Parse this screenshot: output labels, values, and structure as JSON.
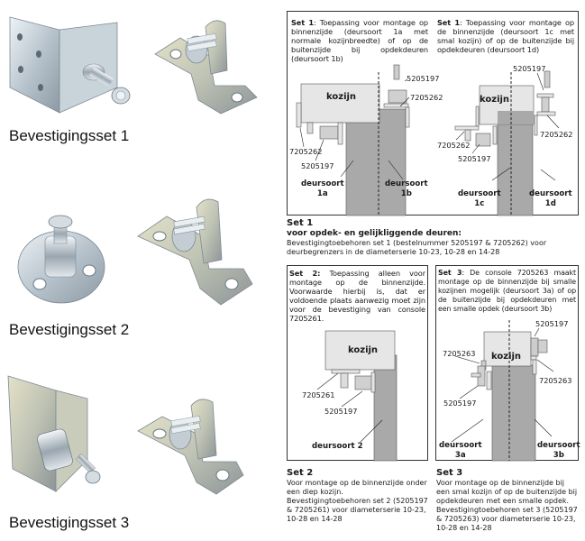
{
  "products": [
    {
      "label": "Bevestigingsset 1",
      "parts": [
        "angle-bracket-with-ball-pin",
        "hinge-console"
      ]
    },
    {
      "label": "Bevestigingsset 2",
      "parts": [
        "round-plate-with-ball-pin",
        "hinge-console"
      ]
    },
    {
      "label": "Bevestigingsset 3",
      "parts": [
        "flat-bracket-with-ball-pin",
        "hinge-console"
      ]
    }
  ],
  "panel_set1": {
    "left": {
      "title": "Set 1",
      "text": ": Toepassing voor montage op binnenzijde (deursoort 1a met normale kozijnbreedte) of op de buitenzijde bij opdekdeuren (deursoort 1b)",
      "frame_label": "kozijn",
      "part_labels": [
        "5205197",
        "7205262",
        "7205262",
        "5205197"
      ],
      "door_labels": [
        {
          "line1": "deursoort",
          "line2": "1a"
        },
        {
          "line1": "deursoort",
          "line2": "1b"
        }
      ]
    },
    "right": {
      "title": "Set 1",
      "text": ": Toepassing voor montage op de binnenzijde (deursoort 1c met smal kozijn) of op de buitenzijde bij opdekdeuren (deursoort 1d)",
      "frame_label": "kozijn",
      "part_labels": [
        "5205197",
        "7205262",
        "7205262",
        "5205197"
      ],
      "door_labels": [
        {
          "line1": "deursoort",
          "line2": "1c"
        },
        {
          "line1": "deursoort",
          "line2": "1d"
        }
      ]
    }
  },
  "caption_set1": {
    "title": "Set 1",
    "subtitle": "voor opdek- en gelijkliggende deuren:",
    "text": "Bevestigingtoebehoren set 1 (bestelnummer 5205197 & 7205262) voor deurbegrenzers in de diameterserie 10-23, 10-28 en 14-28"
  },
  "panel_set2": {
    "title": "Set 2:",
    "text": " Toepassing alleen voor montage op de binnenzijde. Voorwaarde hierbij is, dat er voldoende plaats aanwezig moet zijn voor de bevestiging van console 7205261.",
    "frame_label": "kozijn",
    "part_labels": [
      "7205261",
      "5205197"
    ],
    "door_label": "deursoort 2"
  },
  "panel_set3": {
    "title": "Set 3",
    "text": ": De console 7205263 maakt montage op de binnenzijde bij smalle kozijnen mogelijk (deursoort 3a) of op de buitenzijde bij opdekdeuren met een smalle opdek (deursoort 3b)",
    "frame_label": "kozijn",
    "part_labels": [
      "5205197",
      "7205263",
      "7205263",
      "5205197"
    ],
    "door_labels": [
      {
        "line1": "deursoort",
        "line2": "3a"
      },
      {
        "line1": "deursoort",
        "line2": "3b"
      }
    ]
  },
  "caption_set2": {
    "title": "Set 2",
    "text": "Voor montage op de binnenzijde onder een diep kozijn. Bevestigingtoebehoren set 2 (5205197 & 7205261) voor diameterserie 10-23, 10-28 en 14-28"
  },
  "caption_set3": {
    "title": "Set 3",
    "text": "Voor montage op de binnenzijde bij een smal kozijn of op de buitenzijde bij opdekdeuren met een smalle opdek. Bevestigingtoebehoren set 3 (5205197 & 7205263) voor diameterserie 10-23, 10-28 en 14-28"
  },
  "colors": {
    "frame_fill": "#e6e6e6",
    "door_fill": "#a9a9a9",
    "metal_light": "#d8e0e6",
    "metal_mid": "#b3bfc9",
    "metal_dark": "#7c8994",
    "line": "#333333"
  }
}
